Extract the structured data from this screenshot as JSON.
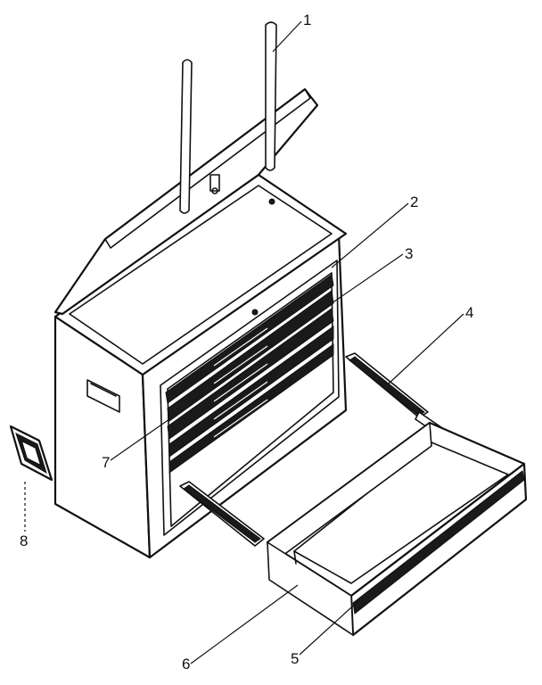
{
  "diagram": {
    "callouts": [
      {
        "id": "c1",
        "text": "1"
      },
      {
        "id": "c2",
        "text": "2"
      },
      {
        "id": "c3",
        "text": "3"
      },
      {
        "id": "c4",
        "text": "4"
      },
      {
        "id": "c5",
        "text": "5"
      },
      {
        "id": "c6",
        "text": "6"
      },
      {
        "id": "c7",
        "text": "7"
      },
      {
        "id": "c8",
        "text": "8"
      }
    ]
  }
}
